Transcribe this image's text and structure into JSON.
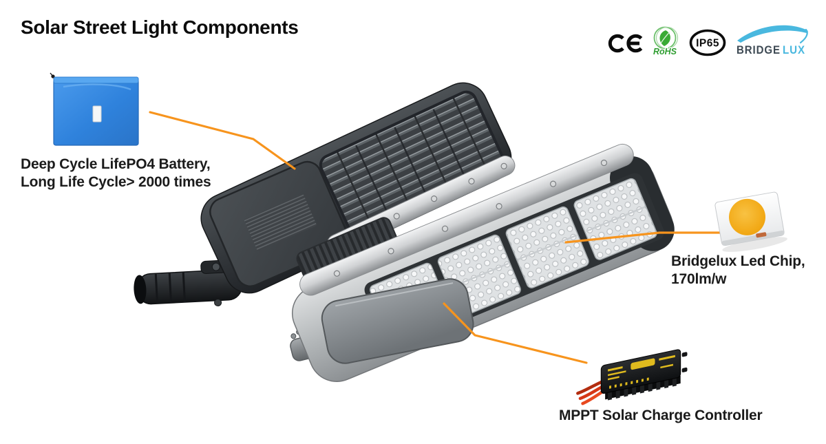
{
  "page": {
    "title": "Solar Street Light Components",
    "background_color": "#ffffff"
  },
  "certifications": {
    "ce": "CE",
    "rohs": "RoHS",
    "ip65": "IP65",
    "bridgelux": {
      "dark": "BRIDGE",
      "light": "LUX"
    }
  },
  "callouts": {
    "battery": {
      "line1": "Deep Cycle LifePO4 Battery,",
      "line2": "Long Life Cycle> 2000 times"
    },
    "led_chip": {
      "line1": "Bridgelux Led Chip,",
      "line2": "170lm/w"
    },
    "controller": {
      "line1": "MPPT Solar Charge Controller"
    }
  },
  "colors": {
    "callout_line": "#F7941D",
    "battery_blue": "#2E82DC",
    "chip_phosphor_yellow": "#F2A916",
    "rohs_green": "#3AAA35",
    "bridgelux_blue": "#49B8DF",
    "text": "#1B1B1B"
  },
  "icons": {
    "ce_badge": "ce-mark",
    "rohs_badge": "rohs-leaf-badge",
    "ip65_badge": "ip65-oval-badge",
    "bridgelux_badge": "bridgelux-logo"
  }
}
